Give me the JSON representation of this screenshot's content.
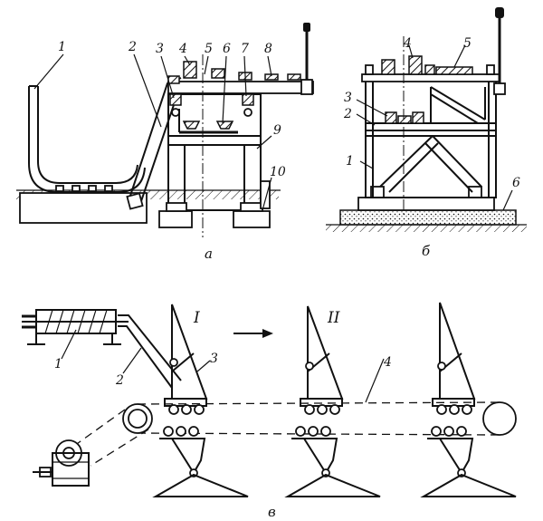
{
  "figure": {
    "panel_a": {
      "sublabel": "а",
      "callouts": [
        "1",
        "2",
        "3",
        "4",
        "5",
        "6",
        "7",
        "8",
        "9",
        "10"
      ]
    },
    "panel_b": {
      "sublabel": "б",
      "callouts": [
        "1",
        "2",
        "3",
        "4",
        "5",
        "6"
      ]
    },
    "panel_c": {
      "sublabel": "в",
      "positions": [
        "I",
        "II"
      ],
      "callouts": [
        "1",
        "2",
        "3",
        "4"
      ]
    }
  }
}
